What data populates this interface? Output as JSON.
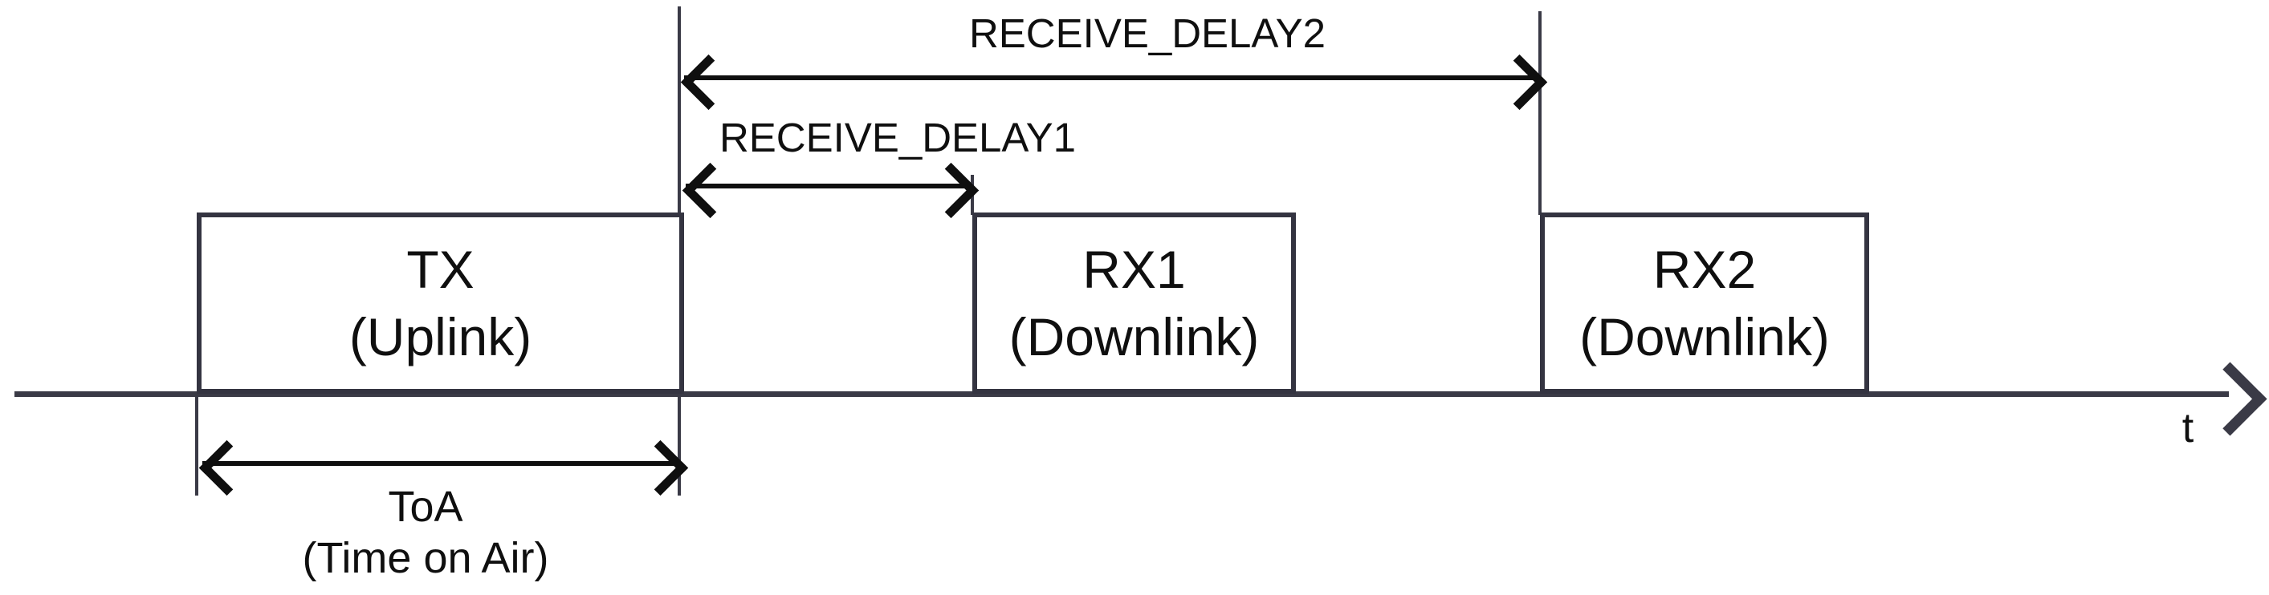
{
  "diagram": {
    "axis": {
      "label": "t"
    },
    "boxes": [
      {
        "name": "tx",
        "line1": "TX",
        "line2": "(Uplink)"
      },
      {
        "name": "rx1",
        "line1": "RX1",
        "line2": "(Downlink)"
      },
      {
        "name": "rx2",
        "line1": "RX2",
        "line2": "(Downlink)"
      }
    ],
    "delays": [
      {
        "name": "receive_delay2",
        "label": "RECEIVE_DELAY2"
      },
      {
        "name": "receive_delay1",
        "label": "RECEIVE_DELAY1"
      }
    ],
    "toa": {
      "label": "ToA",
      "sublabel": "(Time on Air)"
    },
    "colors": {
      "background": "#ffffff",
      "structure_line": "#3a3a46",
      "box_border": "#343441",
      "arrow": "#0f0f0f",
      "text": "#0f0f0f"
    }
  }
}
